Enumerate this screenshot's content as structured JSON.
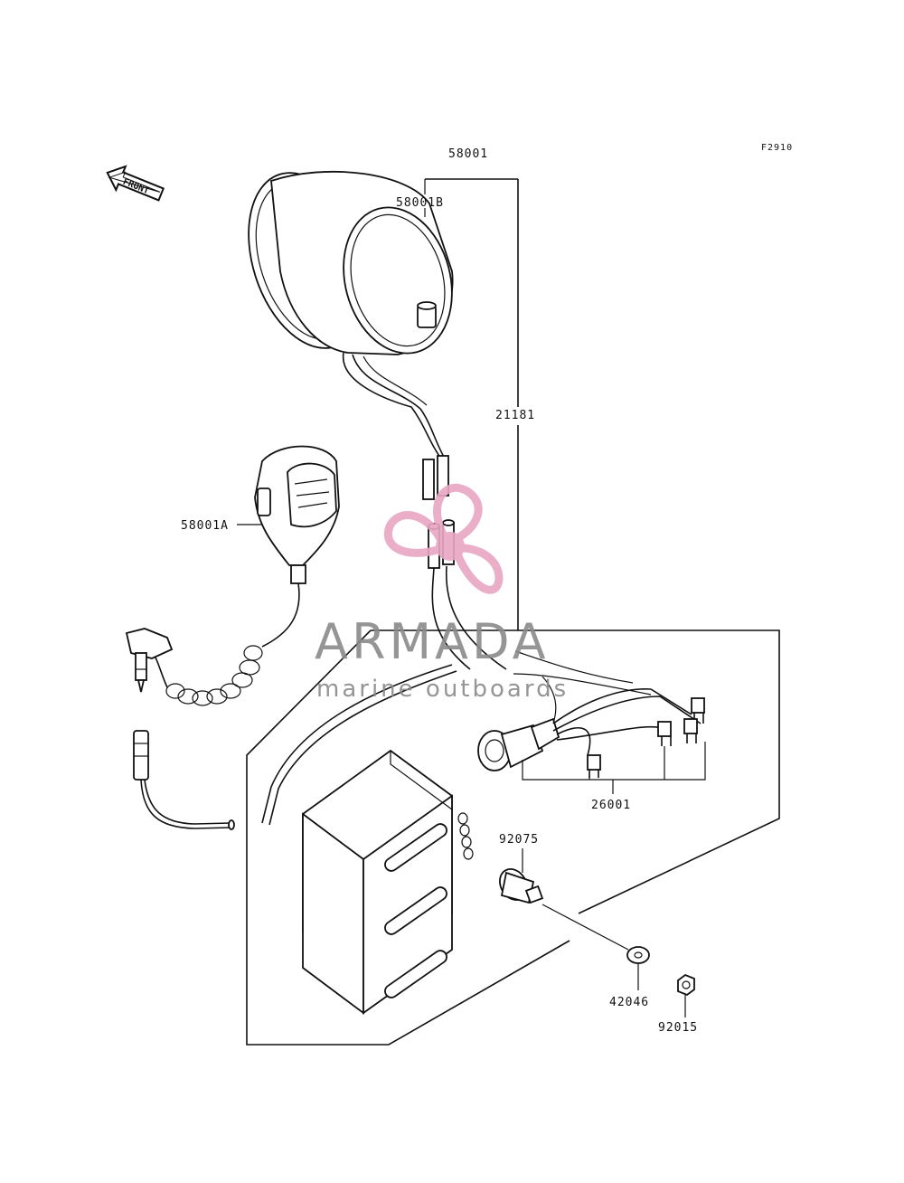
{
  "figure_code": "F2910",
  "front_label": "FRONT",
  "watermark": {
    "brand": "ARMADA",
    "tagline": "marine outboards",
    "logo_color": "#e8a6c3",
    "text_color": "#8a8a8a"
  },
  "parts": [
    {
      "id": "p58001",
      "number": "58001"
    },
    {
      "id": "p58001B",
      "number": "58001B"
    },
    {
      "id": "p58001A",
      "number": "58001A"
    },
    {
      "id": "p21181",
      "number": "21181"
    },
    {
      "id": "p26001",
      "number": "26001"
    },
    {
      "id": "p92075",
      "number": "92075"
    },
    {
      "id": "p42046",
      "number": "42046"
    },
    {
      "id": "p92015",
      "number": "92015"
    }
  ]
}
